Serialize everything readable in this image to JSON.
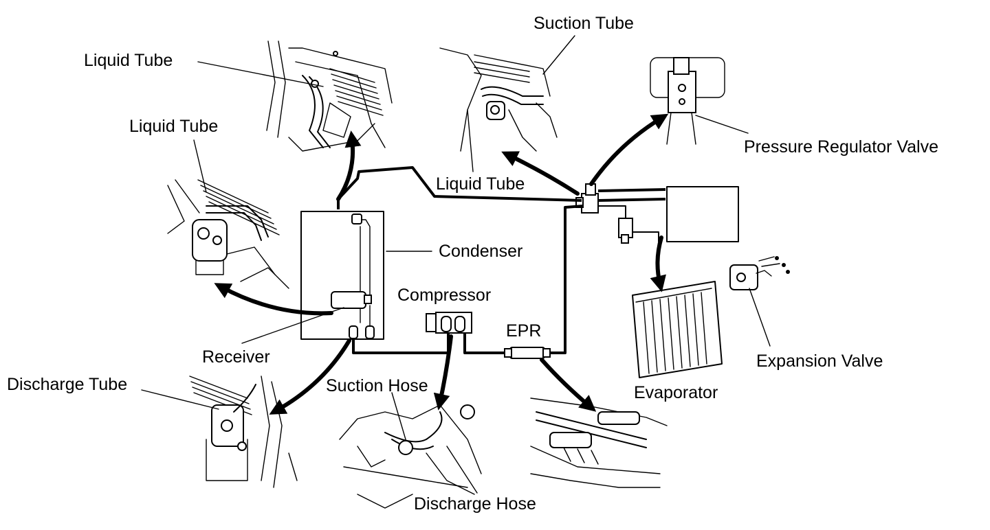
{
  "labels": {
    "suction_tube": "Suction Tube",
    "liquid_tube_top": "Liquid Tube",
    "liquid_tube_left": "Liquid Tube",
    "liquid_tube_center": "Liquid Tube",
    "pressure_regulator_valve": "Pressure Regulator Valve",
    "condenser": "Condenser",
    "compressor": "Compressor",
    "receiver": "Receiver",
    "epr": "EPR",
    "expansion_valve": "Expansion Valve",
    "evaporator": "Evaporator",
    "discharge_tube": "Discharge Tube",
    "suction_hose": "Suction Hose",
    "discharge_hose": "Discharge Hose"
  },
  "colors": {
    "ink": "#000000",
    "paper": "#ffffff"
  }
}
